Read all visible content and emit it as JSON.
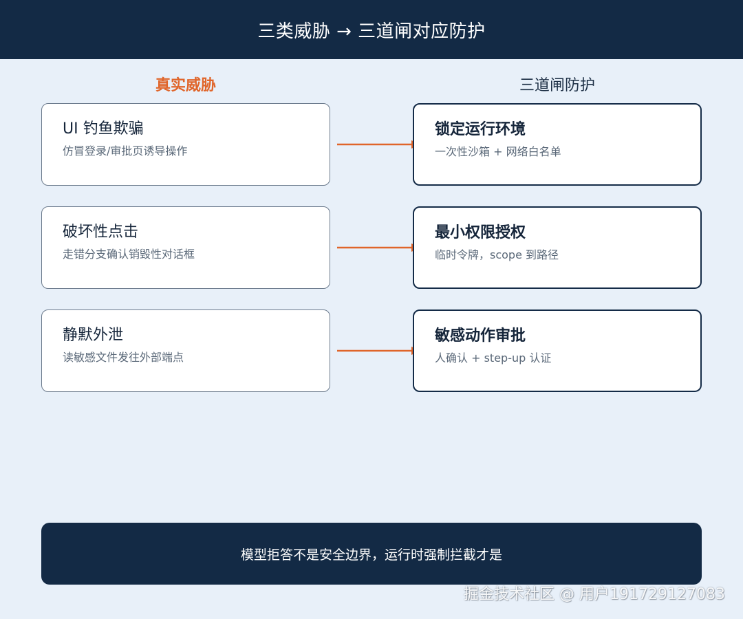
{
  "header": {
    "title": "三类威胁 → 三道闸对应防护"
  },
  "columns": {
    "left_heading": "真实威胁",
    "right_heading": "三道闸防护"
  },
  "rows": [
    {
      "threat": {
        "title": "UI 钓鱼欺骗",
        "subtitle": "仿冒登录/审批页诱导操作"
      },
      "defense": {
        "title": "锁定运行环境",
        "subtitle": "一次性沙箱 + 网络白名单"
      }
    },
    {
      "threat": {
        "title": "破坏性点击",
        "subtitle": "走错分支确认销毁性对话框"
      },
      "defense": {
        "title": "最小权限授权",
        "subtitle": "临时令牌，scope 到路径"
      }
    },
    {
      "threat": {
        "title": "静默外泄",
        "subtitle": "读敏感文件发往外部端点"
      },
      "defense": {
        "title": "敏感动作审批",
        "subtitle": "人确认 + step-up 认证"
      }
    }
  ],
  "footer": {
    "text": "模型拒答不是安全边界，运行时强制拦截才是"
  },
  "watermark": {
    "text": "掘金技术社区 @ 用户191729127083"
  },
  "colors": {
    "navy": "#132a45",
    "accent_orange": "#e0652a",
    "background": "#e8f0f9",
    "card_background": "#ffffff"
  }
}
